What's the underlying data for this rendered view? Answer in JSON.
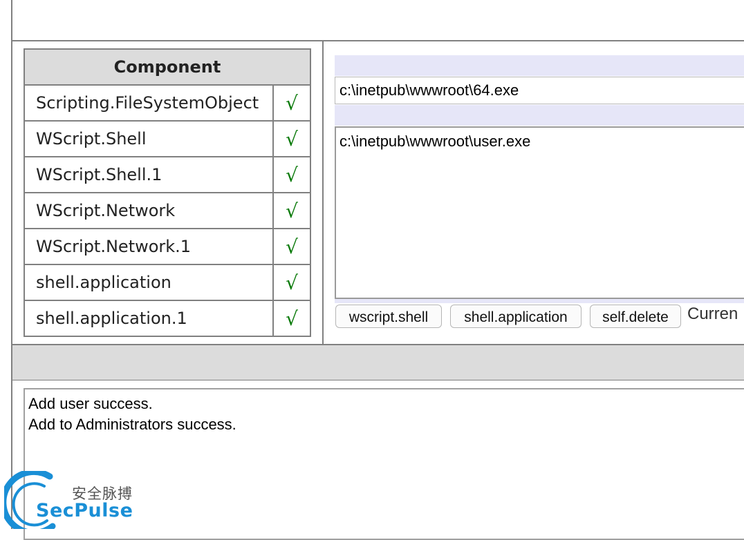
{
  "components": {
    "header": "Component",
    "check_mark": "√",
    "rows": [
      {
        "name": "Scripting.FileSystemObject",
        "status": "√"
      },
      {
        "name": "WScript.Shell",
        "status": "√"
      },
      {
        "name": "WScript.Shell.1",
        "status": "√"
      },
      {
        "name": "WScript.Network",
        "status": "√"
      },
      {
        "name": "WScript.Network.1",
        "status": "√"
      },
      {
        "name": "shell.application",
        "status": "√"
      },
      {
        "name": "shell.application.1",
        "status": "√"
      }
    ]
  },
  "exec": {
    "path_value": "c:\\inetpub\\wwwroot\\64.exe",
    "command_value": "c:\\inetpub\\wwwroot\\user.exe",
    "buttons": {
      "wscript_shell": "wscript.shell",
      "shell_application": "shell.application",
      "self_delete": "self.delete"
    },
    "current_label": "Curren"
  },
  "output": {
    "lines": [
      "Add user success.",
      "Add to Administrators success."
    ]
  },
  "watermark": {
    "cn": "安全脉搏",
    "en": "SecPulse",
    "color": "#1a8fd6"
  }
}
